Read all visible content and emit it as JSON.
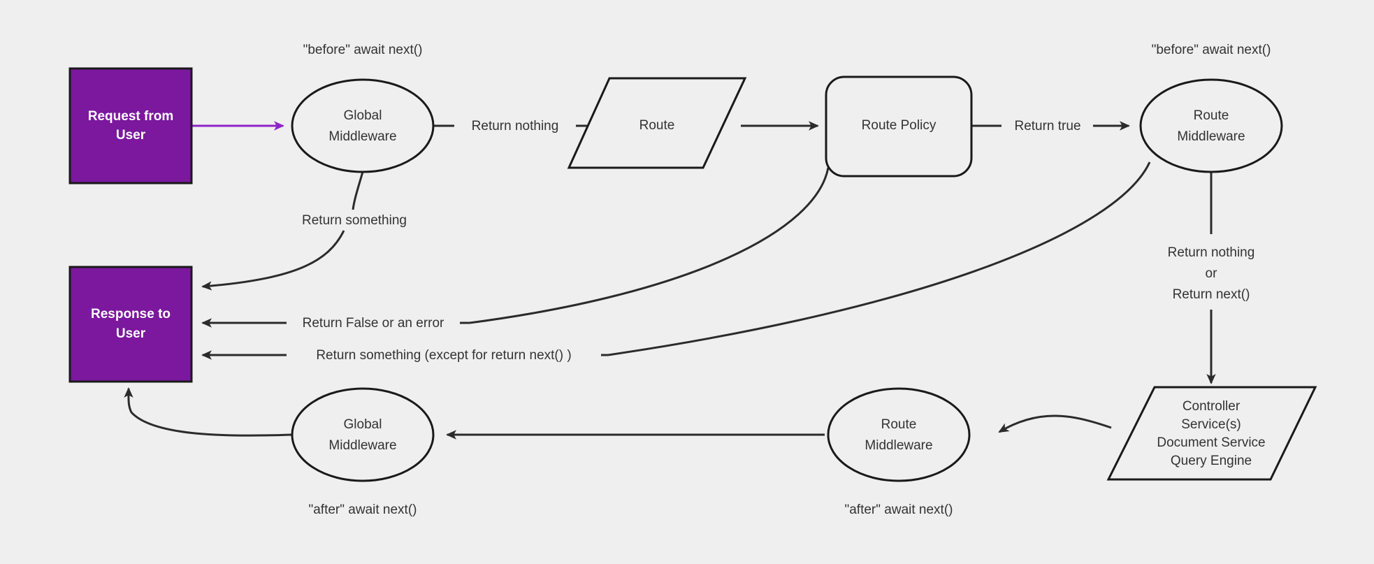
{
  "diagram": {
    "title": "Request lifecycle middleware flow",
    "background_color": "#efefef",
    "accent_color": "#7B189E",
    "line_color": "#2b2b2b",
    "purple_arrow_color": "#8E24C8"
  },
  "nodes": {
    "request_from_user": {
      "line1": "Request from",
      "line2": "User",
      "shape": "rect-filled"
    },
    "global_middleware_top": {
      "line1": "Global",
      "line2": "Middleware",
      "shape": "ellipse"
    },
    "route": {
      "line1": "Route",
      "shape": "parallelogram"
    },
    "route_policy": {
      "line1": "Route Policy",
      "shape": "rounded-rect"
    },
    "route_middleware_top": {
      "line1": "Route",
      "line2": "Middleware",
      "shape": "ellipse"
    },
    "response_to_user": {
      "line1": "Response to",
      "line2": "User",
      "shape": "rect-filled"
    },
    "global_middleware_bottom": {
      "line1": "Global",
      "line2": "Middleware",
      "shape": "ellipse"
    },
    "route_middleware_bottom": {
      "line1": "Route",
      "line2": "Middleware",
      "shape": "ellipse"
    },
    "controller": {
      "line1": "Controller",
      "line2": "Service(s)",
      "line3": "Document Service",
      "line4": "Query Engine",
      "shape": "parallelogram"
    }
  },
  "annotations": {
    "before_await_next_left": "\"before\" await next()",
    "before_await_next_right": "\"before\" await next()",
    "after_await_next_left": "\"after\" await next()",
    "after_await_next_right": "\"after\" await next()"
  },
  "edge_labels": {
    "return_nothing": "Return nothing",
    "return_true": "Return true",
    "return_something_top": "Return something",
    "return_false_or_error": "Return False or an error",
    "return_something_except": "Return something (except for return next() )",
    "return_nothing_or_next_line1": "Return nothing",
    "return_nothing_or_next_line2": "or",
    "return_nothing_or_next_line3": "Return next()"
  }
}
